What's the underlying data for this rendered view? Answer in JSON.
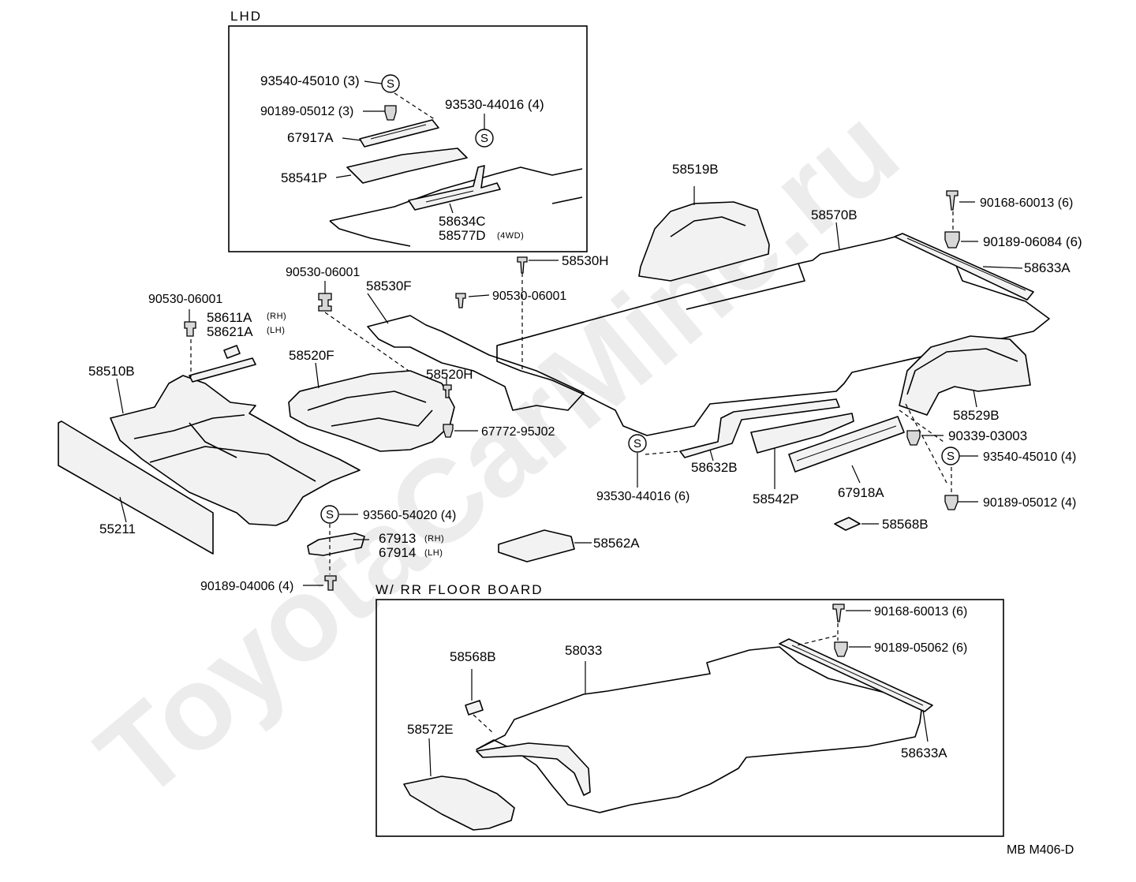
{
  "watermark": "ToyotaCarMine.ru",
  "diagram_code": "MB  M406-D",
  "insets": {
    "lhd": {
      "title": "LHD"
    },
    "rr_floor": {
      "title": "W/ RR  FLOOR  BOARD"
    }
  },
  "sealer_symbol": "S",
  "labels": {
    "p93540_45010_lhd": "93540-45010 (3)",
    "p90189_05012_lhd": "90189-05012 (3)",
    "p93530_44016_lhd": "93530-44016 (4)",
    "p67917A": "67917A",
    "p58541P": "58541P",
    "p58634C": "58634C",
    "p58577D": "58577D",
    "p58577D_sub": "(4WD)",
    "p58519B": "58519B",
    "p58570B": "58570B",
    "p90168_60013_main": "90168-60013 (6)",
    "p90189_06084": "90189-06084 (6)",
    "p58633A_main": "58633A",
    "p90530_06001_a": "90530-06001",
    "p58530H": "58530H",
    "p58530F": "58530F",
    "p90530_06001_b": "90530-06001",
    "p90530_06001_c": "90530-06001",
    "p58611A": "58611A",
    "p58611A_sub": "(RH)",
    "p58621A": "58621A",
    "p58621A_sub": "(LH)",
    "p58520F": "58520F",
    "p58520H": "58520H",
    "p58510B": "58510B",
    "p67772_95J02": "67772-95J02",
    "p58529B": "58529B",
    "p90339_03003": "90339-03003",
    "p93540_45010_main": "93540-45010 (4)",
    "p90189_05012_main": "90189-05012 (4)",
    "p93530_44016_main": "93530-44016 (6)",
    "p58632B": "58632B",
    "p58542P": "58542P",
    "p67918A": "67918A",
    "p58568B_main": "58568B",
    "p55211": "55211",
    "p93560_54020": "93560-54020 (4)",
    "p67913": "67913",
    "p67913_sub": "(RH)",
    "p67914": "67914",
    "p67914_sub": "(LH)",
    "p58562A": "58562A",
    "p90189_04006": "90189-04006 (4)",
    "p90168_60013_rr": "90168-60013 (6)",
    "p90189_05062": "90189-05062 (6)",
    "p58568B_rr": "58568B",
    "p58033": "58033",
    "p58572E": "58572E",
    "p58633A_rr": "58633A"
  }
}
